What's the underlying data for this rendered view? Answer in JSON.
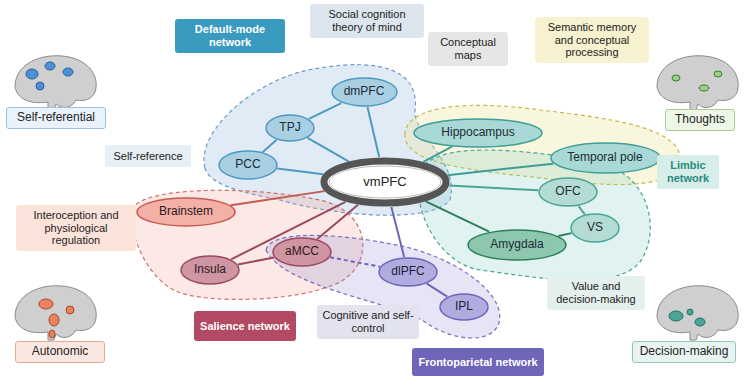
{
  "diagram": {
    "nodes": [
      {
        "text": [
          "Default-mode network"
        ]
      },
      {
        "text": [
          "Social cognition theory of mind"
        ]
      },
      {
        "text": [
          "Conceptual maps"
        ]
      },
      {
        "text": [
          "Semantic memory and conceptual processing"
        ]
      },
      {
        "text": [
          "Self-referential"
        ]
      },
      {
        "text": [
          "Thoughts"
        ]
      },
      {
        "text": [
          "dmPFC"
        ]
      },
      {
        "text": [
          "TPJ"
        ]
      },
      {
        "text": [
          "Hippocampus"
        ]
      },
      {
        "text": [
          "PCC"
        ]
      },
      {
        "text": [
          "Self-reference"
        ]
      },
      {
        "text": [
          "Temporal pole"
        ]
      },
      {
        "text": [
          "Limbic network"
        ]
      },
      {
        "text": [
          "vmPFC"
        ]
      },
      {
        "text": [
          "OFC"
        ]
      },
      {
        "text": [
          "Brainstem"
        ]
      },
      {
        "text": [
          "VS"
        ]
      },
      {
        "text": [
          "Interoception and physiological regulation"
        ]
      },
      {
        "text": [
          "Amygdala"
        ]
      },
      {
        "text": [
          "aMCC"
        ]
      },
      {
        "text": [
          "Insula"
        ]
      },
      {
        "text": [
          "dlPFC"
        ]
      },
      {
        "text": [
          "Value and decision-making"
        ]
      },
      {
        "text": [
          "IPL"
        ]
      },
      {
        "text": [
          "Cognitive and self-control"
        ]
      },
      {
        "text": [
          "Salience network"
        ]
      },
      {
        "text": [
          "Autonomic"
        ]
      },
      {
        "text": [
          "Frontoparietal network"
        ]
      },
      {
        "text": [
          "Decision-making"
        ]
      }
    ],
    "edges": [
      {
        "from": 13,
        "to": 6,
        "arrow": "none"
      },
      {
        "from": 13,
        "to": 7,
        "arrow": "none"
      },
      {
        "from": 13,
        "to": 9,
        "arrow": "none"
      },
      {
        "from": 13,
        "to": 8,
        "arrow": "none"
      },
      {
        "from": 13,
        "to": 11,
        "arrow": "none"
      },
      {
        "from": 13,
        "to": 14,
        "arrow": "none"
      },
      {
        "from": 13,
        "to": 18,
        "arrow": "none"
      },
      {
        "from": 13,
        "to": 15,
        "arrow": "none"
      },
      {
        "from": 13,
        "to": 20,
        "arrow": "none"
      },
      {
        "from": 13,
        "to": 19,
        "arrow": "none"
      },
      {
        "from": 13,
        "to": 21,
        "arrow": "none"
      },
      {
        "from": 7,
        "to": 6,
        "arrow": "none"
      },
      {
        "from": 7,
        "to": 9,
        "arrow": "none"
      },
      {
        "from": 14,
        "to": 16,
        "arrow": "none"
      },
      {
        "from": 16,
        "to": 18,
        "arrow": "none"
      },
      {
        "from": 20,
        "to": 19,
        "arrow": "none"
      },
      {
        "from": 19,
        "to": 21,
        "arrow": "none"
      },
      {
        "from": 21,
        "to": 23,
        "arrow": "none"
      }
    ]
  }
}
